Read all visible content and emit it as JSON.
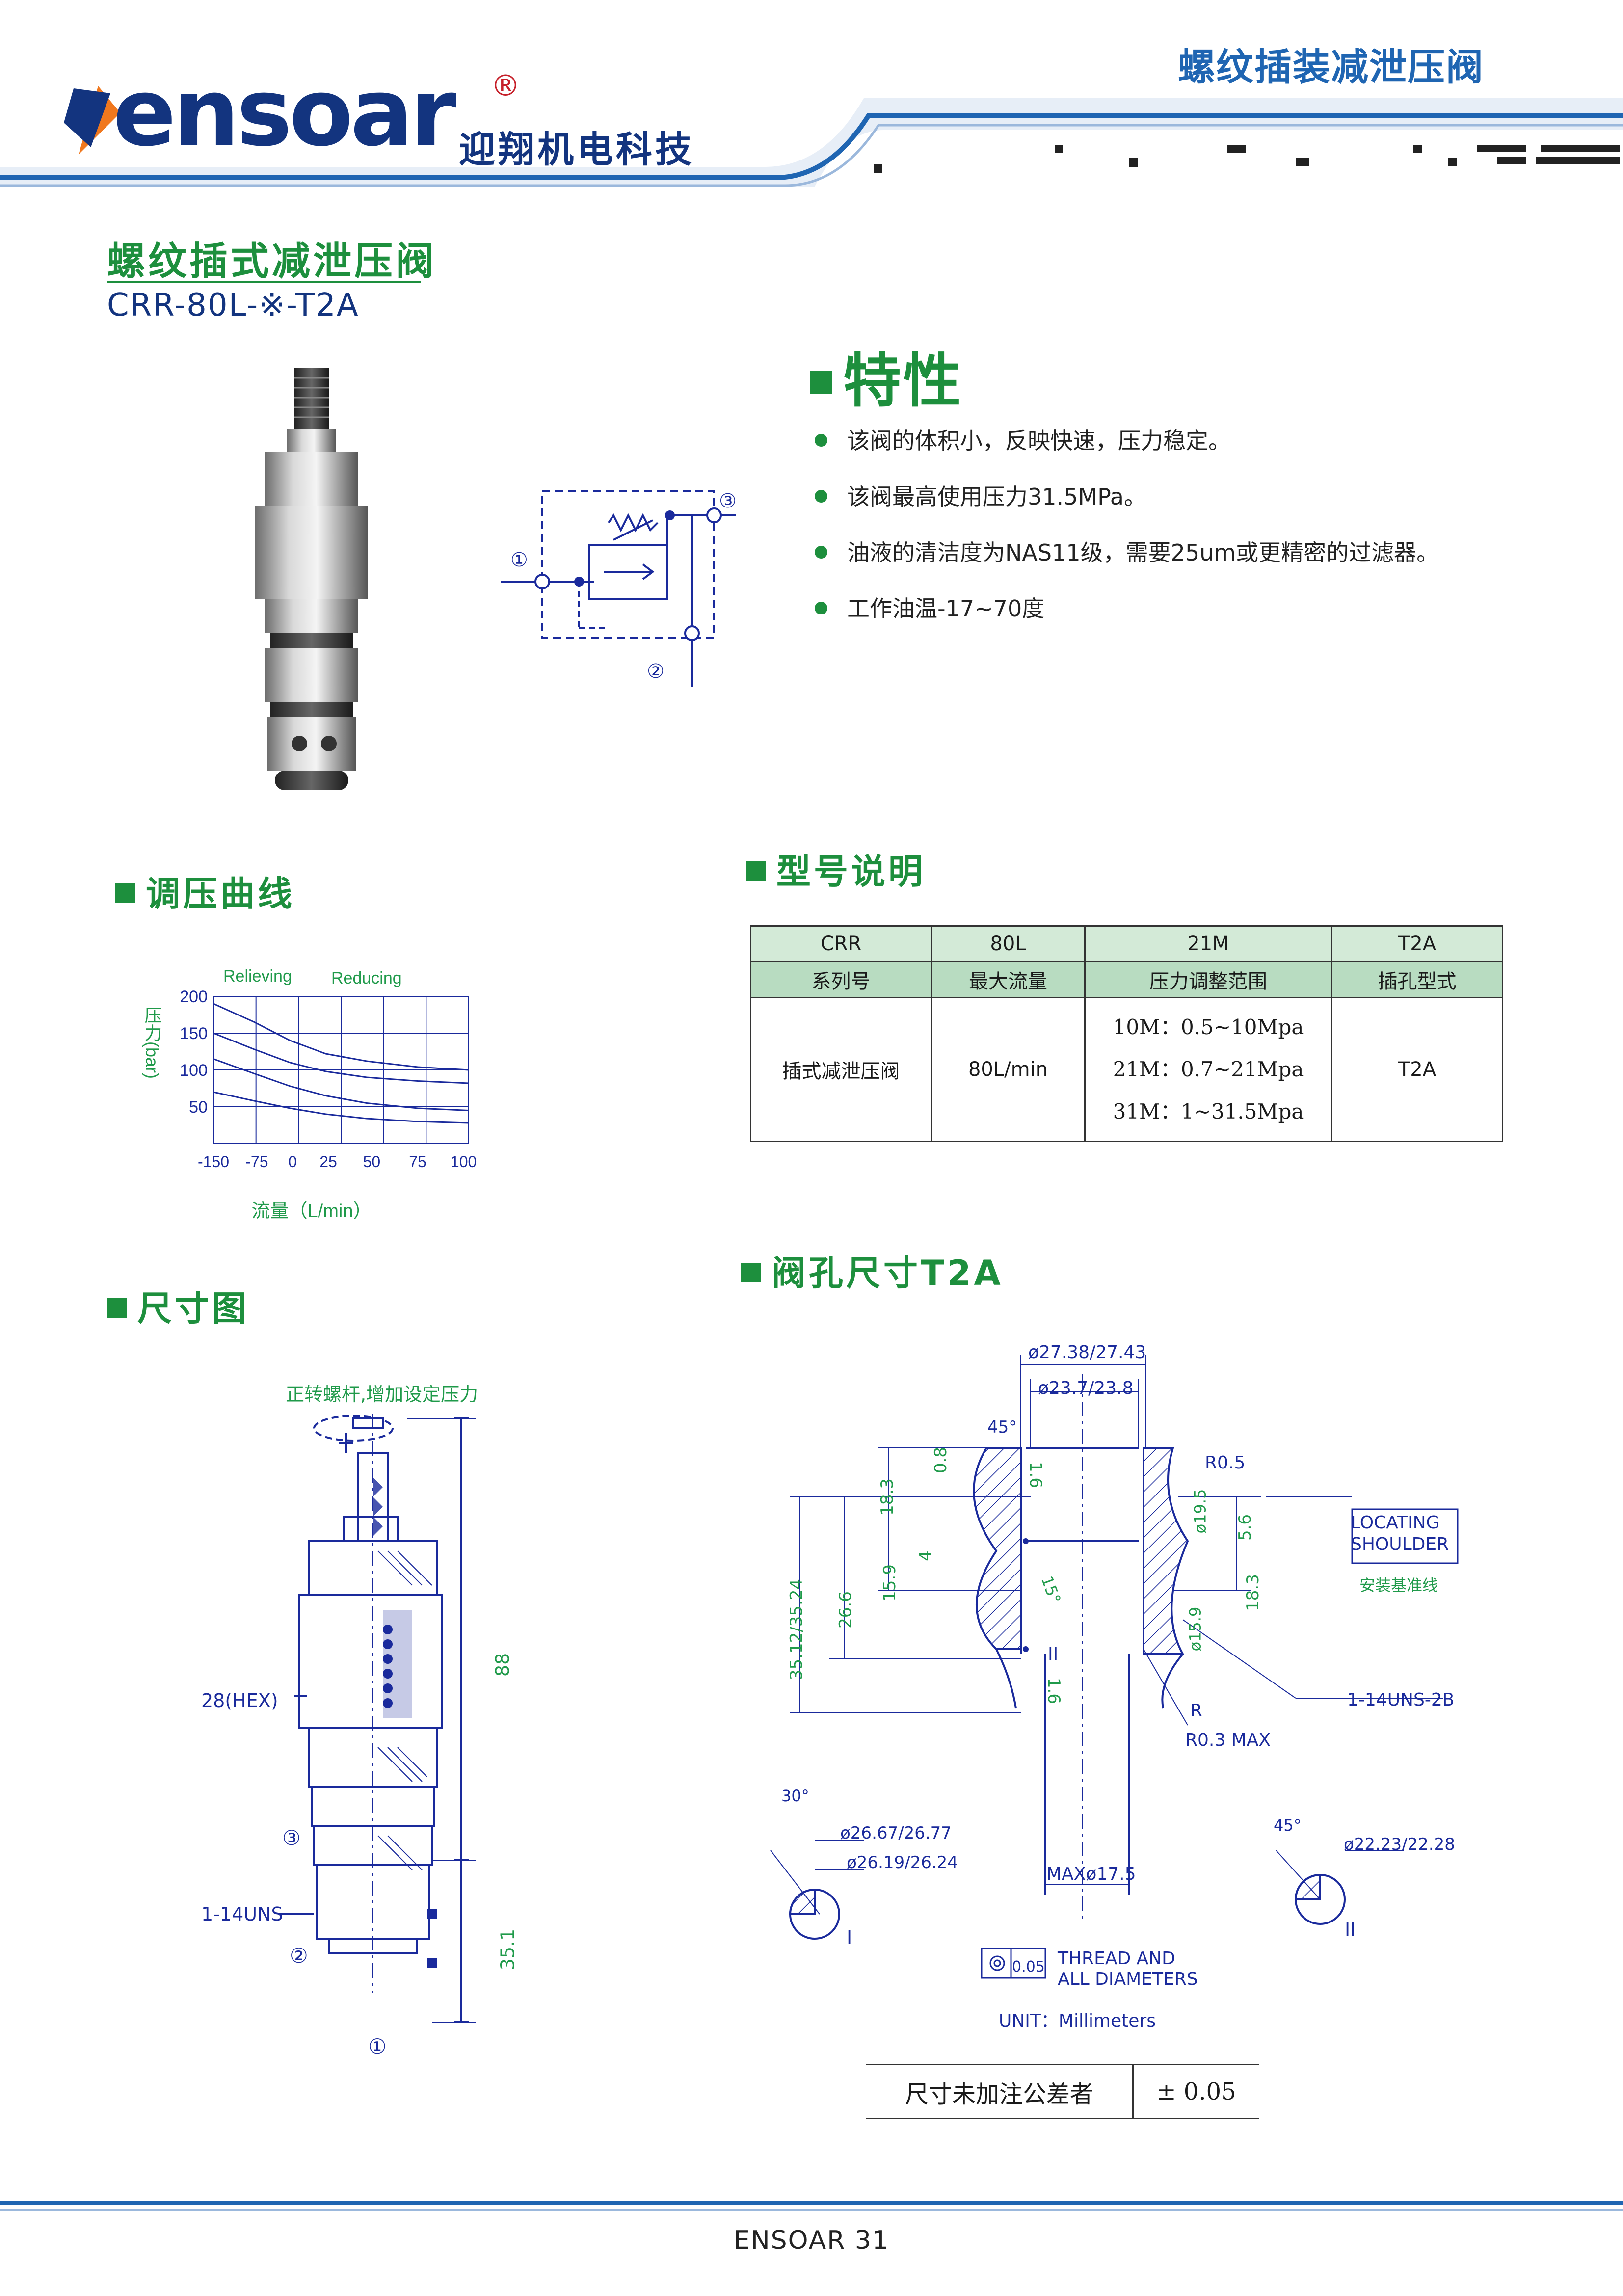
{
  "header": {
    "brand": "ensoar",
    "registered_mark": "®",
    "company_cn": "迎翔机电科技",
    "category_title": "螺纹插装减泄压阀"
  },
  "product": {
    "title": "螺纹插式减泄压阀",
    "model": "CRR-80L-※-T2A"
  },
  "features": {
    "heading": "特性",
    "items": [
      "该阀的体积小，反映快速，压力稳定。",
      "该阀最高使用压力31.5MPa。",
      "油液的清洁度为NAS11级，需要25um或更精密的过滤器。",
      "工作油温-17~70度"
    ]
  },
  "symbol": {
    "port1": "①",
    "port2": "②",
    "port3": "③"
  },
  "pressure_curve": {
    "heading": "调压曲线",
    "chart_data": {
      "type": "line",
      "legend": [
        "Relieving",
        "Reducing"
      ],
      "ylabel": "压力(bar)",
      "xlabel": "流量（L/min）",
      "y_ticks": [
        "200",
        "150",
        "100",
        "50"
      ],
      "x_ticks": [
        "-150",
        "-75",
        "0",
        "25",
        "50",
        "75",
        "100"
      ],
      "xlim": [
        -150,
        100
      ],
      "ylim": [
        0,
        200
      ],
      "series": [
        {
          "x": [
            -150,
            -110,
            -75,
            -40,
            0,
            50,
            100
          ],
          "values": [
            190,
            165,
            140,
            122,
            112,
            104,
            100
          ]
        },
        {
          "x": [
            -150,
            -110,
            -75,
            -40,
            0,
            50,
            100
          ],
          "values": [
            150,
            128,
            110,
            98,
            90,
            85,
            82
          ]
        },
        {
          "x": [
            -150,
            -110,
            -75,
            -40,
            0,
            50,
            100
          ],
          "values": [
            115,
            95,
            78,
            65,
            55,
            48,
            45
          ]
        },
        {
          "x": [
            -150,
            -110,
            -75,
            -40,
            0,
            50,
            100
          ],
          "values": [
            70,
            58,
            48,
            40,
            34,
            30,
            28
          ]
        }
      ]
    }
  },
  "model_desc": {
    "heading": "型号说明",
    "row1": [
      "CRR",
      "80L",
      "21M",
      "T2A"
    ],
    "row2": [
      "系列号",
      "最大流量",
      "压力调整范围",
      "插孔型式"
    ],
    "row3": {
      "name": "插式减泄压阀",
      "flow": "80L/min",
      "ranges": [
        "10M：0.5~10Mpa",
        "21M：0.7~21Mpa",
        "31M：1~31.5Mpa"
      ],
      "cavity": "T2A"
    }
  },
  "dimensions": {
    "heading": "尺寸图",
    "note": "正转螺杆,增加设定压力",
    "hex": "28(HEX)",
    "thread": "1-14UNS",
    "dim_88": "88",
    "dim_351": "35.1",
    "port1": "①",
    "port2": "②",
    "port3": "③"
  },
  "cavity": {
    "heading": "阀孔尺寸T2A",
    "d1": "ø27.38/27.43",
    "d2": "ø23.7/23.8",
    "angle45": "45°",
    "v08": "0.8",
    "v183a": "18.3",
    "v16a": "1.6",
    "v4": "4",
    "v159": "15.9",
    "v266": "26.6",
    "v3512": "35.12/35.24",
    "v15deg": "15°",
    "v16b": "1.6",
    "roman2": "II",
    "r05": "R0.5",
    "d95": "ø19.5",
    "v56": "5.6",
    "locating1": "LOCATING",
    "locating2": "SHOULDER",
    "baseline": "安装基准线",
    "v183b": "18.3",
    "d159": "ø15.9",
    "thread2b": "1-14UNS-2B",
    "r": "R",
    "r03": "R0.3 MAX",
    "max175": "MAXø17.5",
    "a30": "30°",
    "d2667": "ø26.67/26.77",
    "d2619": "ø26.19/26.24",
    "roman1": "I",
    "a45b": "45°",
    "d2223": "ø22.23/22.28",
    "roman2b": "II",
    "tol_box": "0.05",
    "thread_note1": "THREAD AND",
    "thread_note2": "ALL DIAMETERS",
    "unit": "UNIT：Millimeters"
  },
  "tolerance": {
    "label": "尺寸未加注公差者",
    "value": "± 0.05"
  },
  "footer": {
    "text": "ENSOAR  31"
  },
  "colors": {
    "green": "#1d8f3d",
    "navy": "#13347f",
    "blue": "#1f65b2",
    "orange": "#f0781e",
    "drawing_blue": "#1a2a9c",
    "drawing_green": "#1f9a4a"
  }
}
